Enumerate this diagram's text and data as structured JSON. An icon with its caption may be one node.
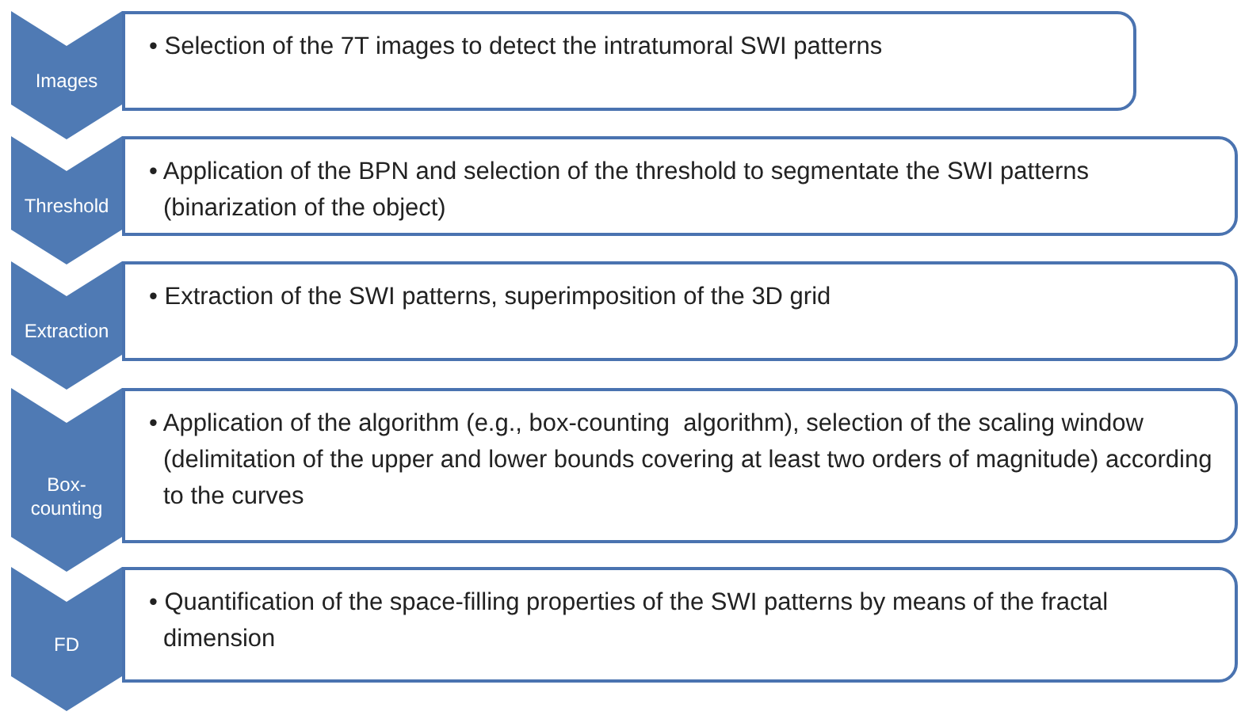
{
  "diagram": {
    "nodes": [
      {
        "text": [
          "Images"
        ]
      },
      {
        "text": [
          "• Selection of the 7T images to detect the intratumoral SWI patterns"
        ]
      },
      {
        "text": [
          "Threshold"
        ]
      },
      {
        "text": [
          "• Application of the BPN and selection of the threshold to segmentate the SWI patterns (binarization of the object)"
        ]
      },
      {
        "text": [
          "Extraction"
        ]
      },
      {
        "text": [
          "• Extraction of the SWI patterns, superimposition of the 3D grid"
        ]
      },
      {
        "text": [
          "Box- counting"
        ]
      },
      {
        "text": [
          "• Application of the algorithm (e.g., box-counting  algorithm), selection of the scaling window (delimitation of the upper and lower bounds covering at least two orders of magnitude) according to the curves"
        ]
      },
      {
        "text": [
          "FD"
        ]
      },
      {
        "text": [
          "• Quantification of the space-filling properties of the SWI patterns by means of the fractal dimension"
        ]
      }
    ]
  }
}
